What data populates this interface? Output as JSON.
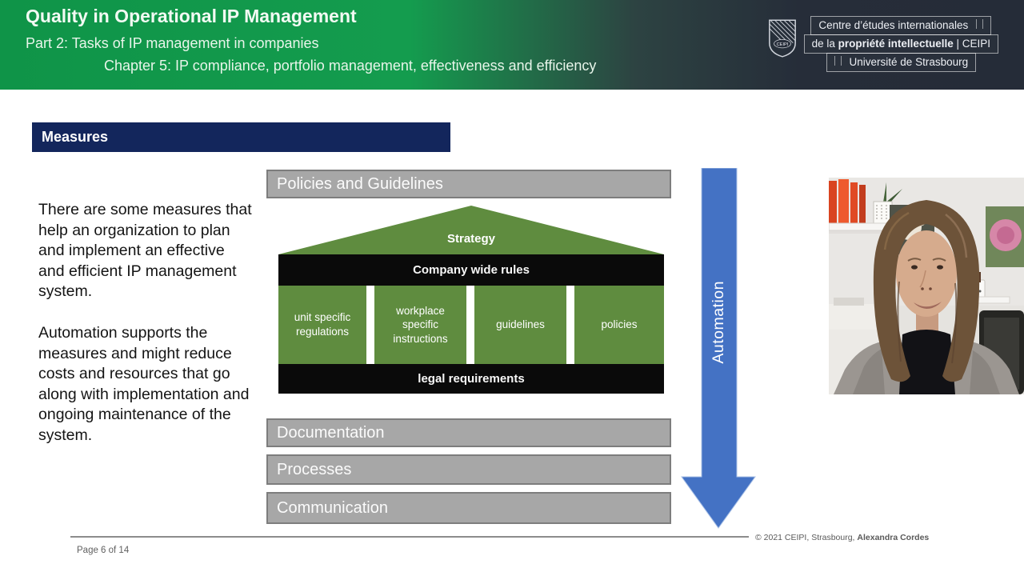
{
  "header": {
    "title": "Quality in Operational IP Management",
    "part": "Part 2: Tasks of IP management in companies",
    "chapter": "Chapter 5: IP compliance, portfolio management, effectiveness and efficiency"
  },
  "logo": {
    "shield_text": "CEIPI",
    "line1": "Centre d’études internationales",
    "line2_prefix": "de la ",
    "line2_bold": "propriété intellectuelle",
    "line2_suffix": " | CEIPI",
    "line3": "Université de Strasbourg"
  },
  "section": {
    "title": "Measures"
  },
  "body": {
    "p1": "There are some measures that help an organization to plan and implement an effective and efficient IP management system.",
    "p2": "Automation supports the measures and might reduce costs and resources that go along with implementation and ongoing maintenance of the system."
  },
  "diagram": {
    "policies_bar": "Policies and Guidelines",
    "strategy": "Strategy",
    "company_wide_rules": "Company wide rules",
    "columns": [
      "unit specific regulations",
      "workplace specific instructions",
      "guidelines",
      "policies"
    ],
    "legal_requirements": "legal requirements",
    "documentation": "Documentation",
    "processes": "Processes",
    "communication": "Communication",
    "automation": "Automation"
  },
  "footer": {
    "copyright_prefix": "© 2021 CEIPI, Strasbourg, ",
    "copyright_name": "Alexandra Cordes",
    "page": "Page 6 of  14"
  },
  "colors": {
    "header_green": "#149c4e",
    "header_dark": "#262d39",
    "section_navy": "#13265c",
    "diagram_green": "#5f8c3f",
    "bar_gray": "#a7a7a7",
    "bar_gray_border": "#7d7d7d",
    "black_bar": "#0a0a0a",
    "arrow_blue": "#4472c4"
  }
}
